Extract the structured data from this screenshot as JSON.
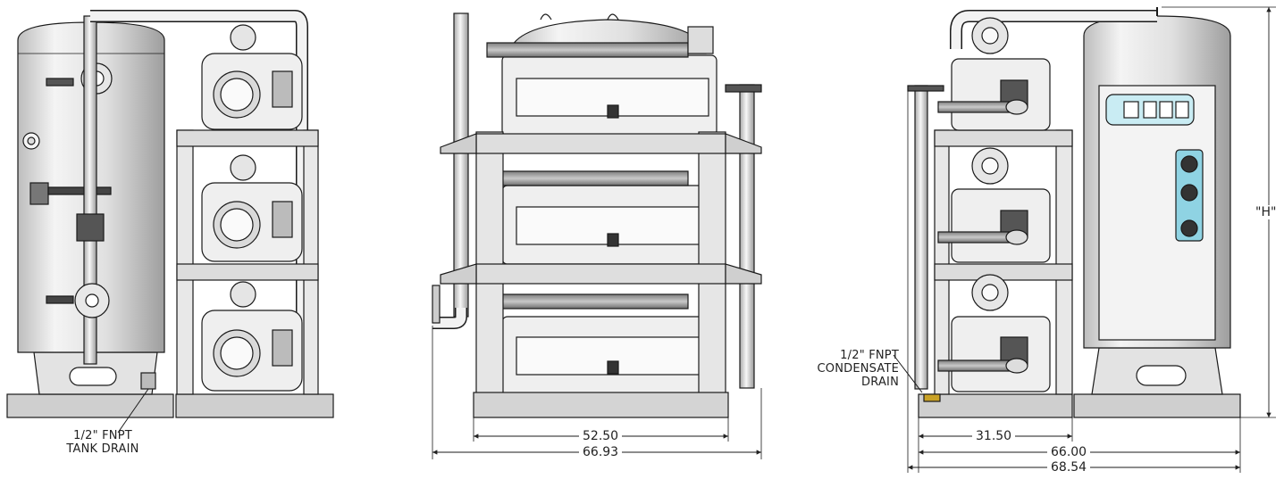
{
  "views": {
    "left": {
      "tank_drain_line1": "1/2\" FNPT",
      "tank_drain_line2": "TANK DRAIN"
    },
    "center": {
      "dim_inner": "52.50",
      "dim_outer": "66.93"
    },
    "right": {
      "condensate_line1": "1/2\" FNPT",
      "condensate_line2": "CONDENSATE",
      "condensate_line3": "DRAIN",
      "dim_a": "31.50",
      "dim_b": "66.00",
      "dim_c": "68.54",
      "height_label": "\"H\""
    }
  },
  "colors": {
    "metal_light": "#eeeeee",
    "metal_mid": "#cfcfcf",
    "metal_dark": "#8d8d8d",
    "outline": "#1a1a1a",
    "panel_blue": "#8fd3e3",
    "brass": "#c9a227"
  }
}
